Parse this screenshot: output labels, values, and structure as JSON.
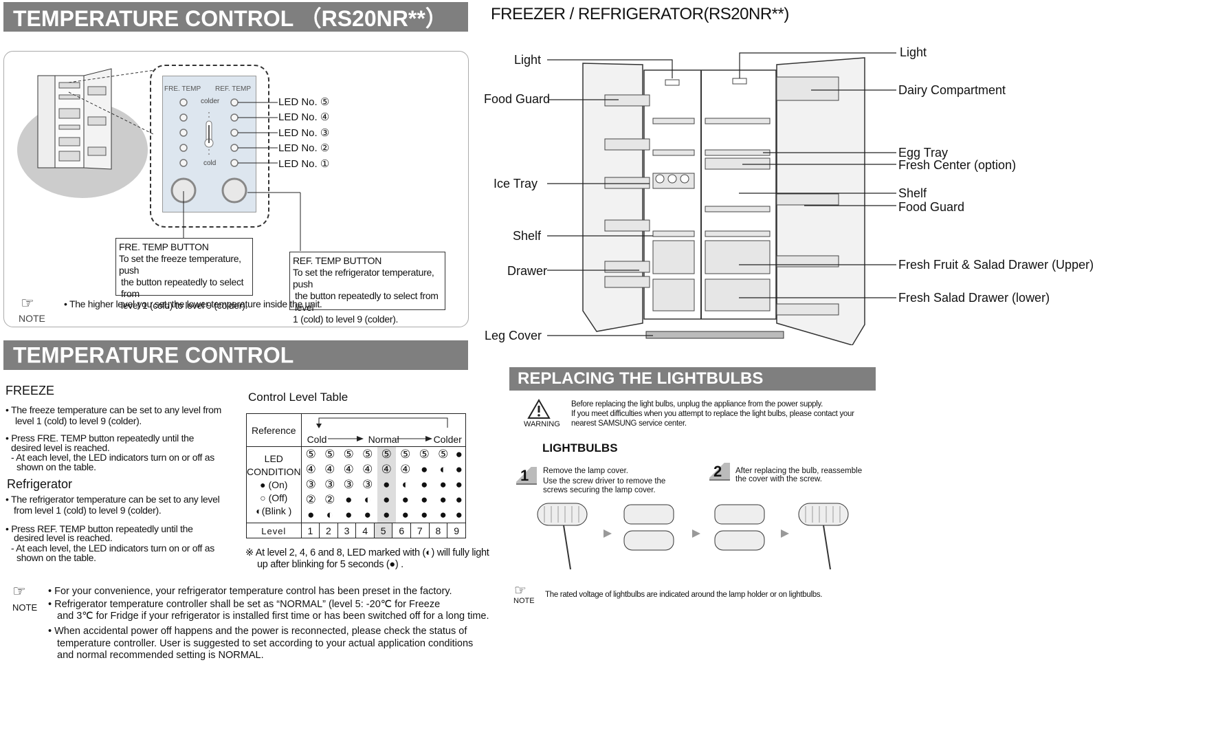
{
  "left_top": {
    "heading": "TEMPERATURE CONTROL  （RS20NR**）",
    "panel": {
      "fre_temp_label": "FRE. TEMP",
      "ref_temp_label": "REF. TEMP",
      "colder": "colder",
      "cold": "cold",
      "led_labels": [
        "LED No. ⑤",
        "LED No. ④",
        "LED No. ③",
        "LED No. ②",
        "LED No. ①"
      ]
    },
    "fre_box": {
      "title": "FRE. TEMP BUTTON",
      "lines": [
        "To set the freeze temperature, push",
        "the button repeatedly to select from",
        "level 1 (cold) to level 9 (colder)."
      ]
    },
    "ref_box": {
      "title": "REF. TEMP BUTTON",
      "lines": [
        "To set the refrigerator temperature, push",
        "the button repeatedly to select from level",
        "1 (cold) to level 9 (colder)."
      ]
    },
    "note_label": "NOTE",
    "note_text": "• The higher level you set, the lower temperature inside the unit."
  },
  "left_bottom": {
    "heading": "TEMPERATURE CONTROL",
    "freeze": {
      "title": "FREEZE",
      "lines": [
        "• The freeze temperature can be set to any level from",
        "level 1 (cold) to level 9 (colder).",
        "• Press FRE. TEMP button repeatedly until the",
        "desired level is reached.",
        "- At each level, the LED indicators turn on or off as",
        "shown on the table."
      ]
    },
    "refrigerator": {
      "title": "Refrigerator",
      "lines": [
        "• The refrigerator temperature can be set to any level",
        "from level 1 (cold) to level 9 (colder).",
        "• Press REF. TEMP button repeatedly until the",
        "desired level is reached.",
        "- At each level, the LED indicators turn on or off as",
        "shown on the table."
      ]
    },
    "table": {
      "title": "Control Level Table",
      "reference": "Reference",
      "scale": [
        "Cold",
        "Normal",
        "Colder"
      ],
      "cond": [
        "LED",
        "CONDITION",
        "● (On)",
        "○ (Off)",
        "◐(Blink )"
      ],
      "level_label": "Level",
      "levels": [
        "1",
        "2",
        "3",
        "4",
        "5",
        "6",
        "7",
        "8",
        "9"
      ],
      "rows": [
        [
          "⑤",
          "⑤",
          "⑤",
          "⑤",
          "⑤",
          "⑤",
          "⑤",
          "⑤",
          "●"
        ],
        [
          "④",
          "④",
          "④",
          "④",
          "④",
          "④",
          "●",
          "◐",
          "●"
        ],
        [
          "③",
          "③",
          "③",
          "③",
          "●",
          "◐",
          "●",
          "●",
          "●"
        ],
        [
          "②",
          "②",
          "●",
          "◐",
          "●",
          "●",
          "●",
          "●",
          "●"
        ],
        [
          "●",
          "◐",
          "●",
          "●",
          "●",
          "●",
          "●",
          "●",
          "●"
        ]
      ],
      "footnote_1": "※ At level 2, 4, 6 and 8, LED marked with (◐) will fully light",
      "footnote_2": "up after blinking for 5 seconds (●) ."
    },
    "note_label": "NOTE",
    "notes": [
      "• For your convenience, your refrigerator temperature control has been preset in the factory.",
      "• Refrigerator temperature controller shall be set as “NORMAL” (level 5: -20℃ for Freeze",
      "and 3℃ for Fridge if your refrigerator is installed first time or has been switched off for a long time.",
      "• When accidental power off happens and the power is reconnected, please check the status of",
      "temperature controller. User is suggested to set according to your actual application conditions",
      "and normal recommended setting is NORMAL."
    ]
  },
  "right_top": {
    "heading": "FREEZER / REFRIGERATOR(RS20NR**)",
    "left_labels": [
      "Light",
      "Food Guard",
      "Ice Tray",
      "Shelf",
      "Drawer",
      "Leg Cover"
    ],
    "right_labels": [
      "Light",
      "Dairy Compartment",
      "Egg Tray",
      "Fresh Center (option)",
      "Shelf",
      "Food Guard",
      "Fresh Fruit & Salad Drawer (Upper)",
      "Fresh Salad Drawer (lower)"
    ]
  },
  "right_bottom": {
    "heading": "REPLACING THE LIGHTBULBS",
    "warning_label": "WARNING",
    "warning_lines": [
      "Before replacing the light bulbs, unplug the appliance from the power supply.",
      "If you meet difficulties when you attempt to replace the light bulbs, please contact your",
      "nearest SAMSUNG service center."
    ],
    "subheading": "LIGHTBULBS",
    "step1_num": "1",
    "step1_lines": [
      "Remove the lamp cover.",
      "Use the screw driver to remove the",
      "screws securing the lamp cover."
    ],
    "step2_num": "2",
    "step2_lines": [
      "After replacing the bulb, reassemble",
      "the cover with the screw."
    ],
    "note_label": "NOTE",
    "note_text": "The rated voltage of lightbulbs are indicated around the lamp holder or on lightbulbs."
  }
}
